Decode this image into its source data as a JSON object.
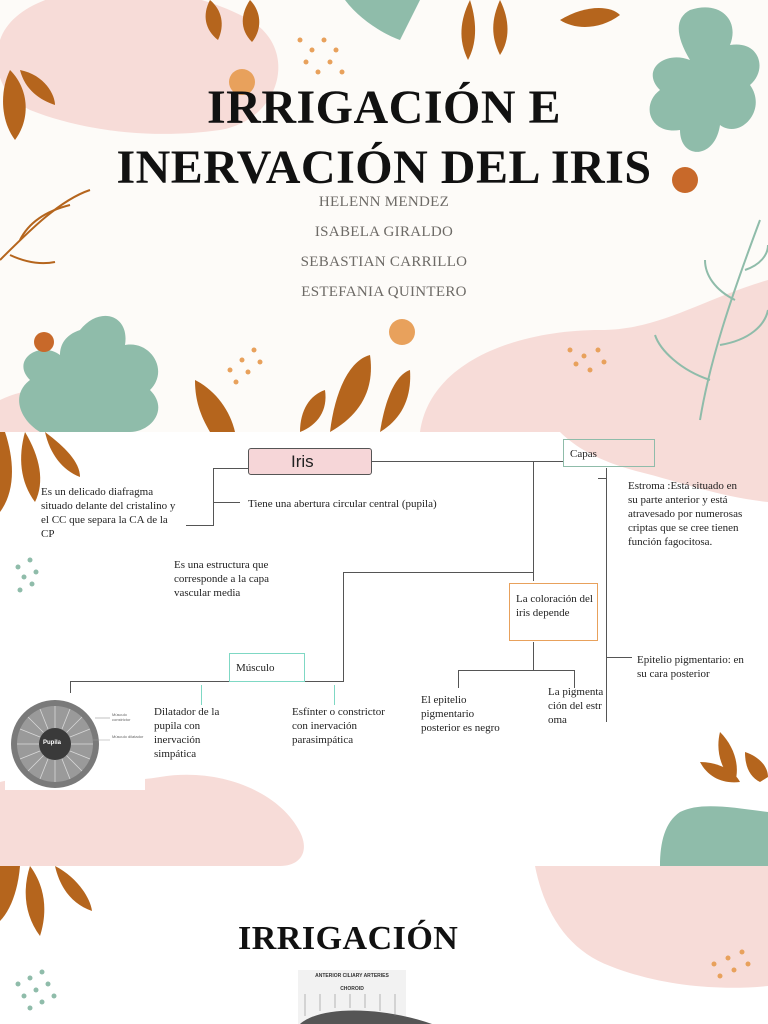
{
  "slide1": {
    "title_line1": "IRRIGACIÓN E",
    "title_line2": "INERVACIÓN DEL IRIS",
    "authors": [
      "HELENN MENDEZ",
      "ISABELA GIRALDO",
      "SEBASTIAN CARRILLO",
      "ESTEFANIA QUINTERO"
    ],
    "colors": {
      "pink": "#f7dcd8",
      "teal": "#8fbcaa",
      "brown": "#b5651d",
      "orange": "#e8a15c"
    }
  },
  "slide2": {
    "iris_label": "Iris",
    "desc_left": "Es un delicado diafragma situado delante del cristalino y el CC que separa la CA de la CP",
    "abertura": "Tiene una abertura circular central (pupila)",
    "estructura": "Es una estructura que corresponde a la capa vascular media",
    "capas_label": "Capas",
    "estroma": "Estroma :Está situado en su parte anterior y está atravesado por numerosas criptas que se cree tienen función fagocitosa.",
    "coloracion": "La coloración del iris depende",
    "epitelio_posterior": "Epitelio pigmentario: en su cara posterior",
    "musculo_label": "Músculo",
    "dilatador": "Dilatador de la pupila con inervación simpática",
    "esfinter": "Esfínter o constrictor con inervación parasimpática",
    "epitelio_negro": "El epitelio pigmentario posterior es negro",
    "pigmentacion": "La pigmentación del estroma",
    "figure": {
      "pupila_label": "Pupila",
      "label_constrictor": "Músculo constrictor",
      "label_dilatador": "Músculo dilatador"
    },
    "colors": {
      "iris_box": "#f6d6d8",
      "capas_border": "#8fbcaa",
      "musculo_border": "#7fd8c4",
      "coloracion_border": "#e8a15c"
    }
  },
  "slide3": {
    "title": "IRRIGACIÓN",
    "fig_label_1": "ANTERIOR CILIARY ARTERIES",
    "fig_label_2": "CHOROID"
  }
}
